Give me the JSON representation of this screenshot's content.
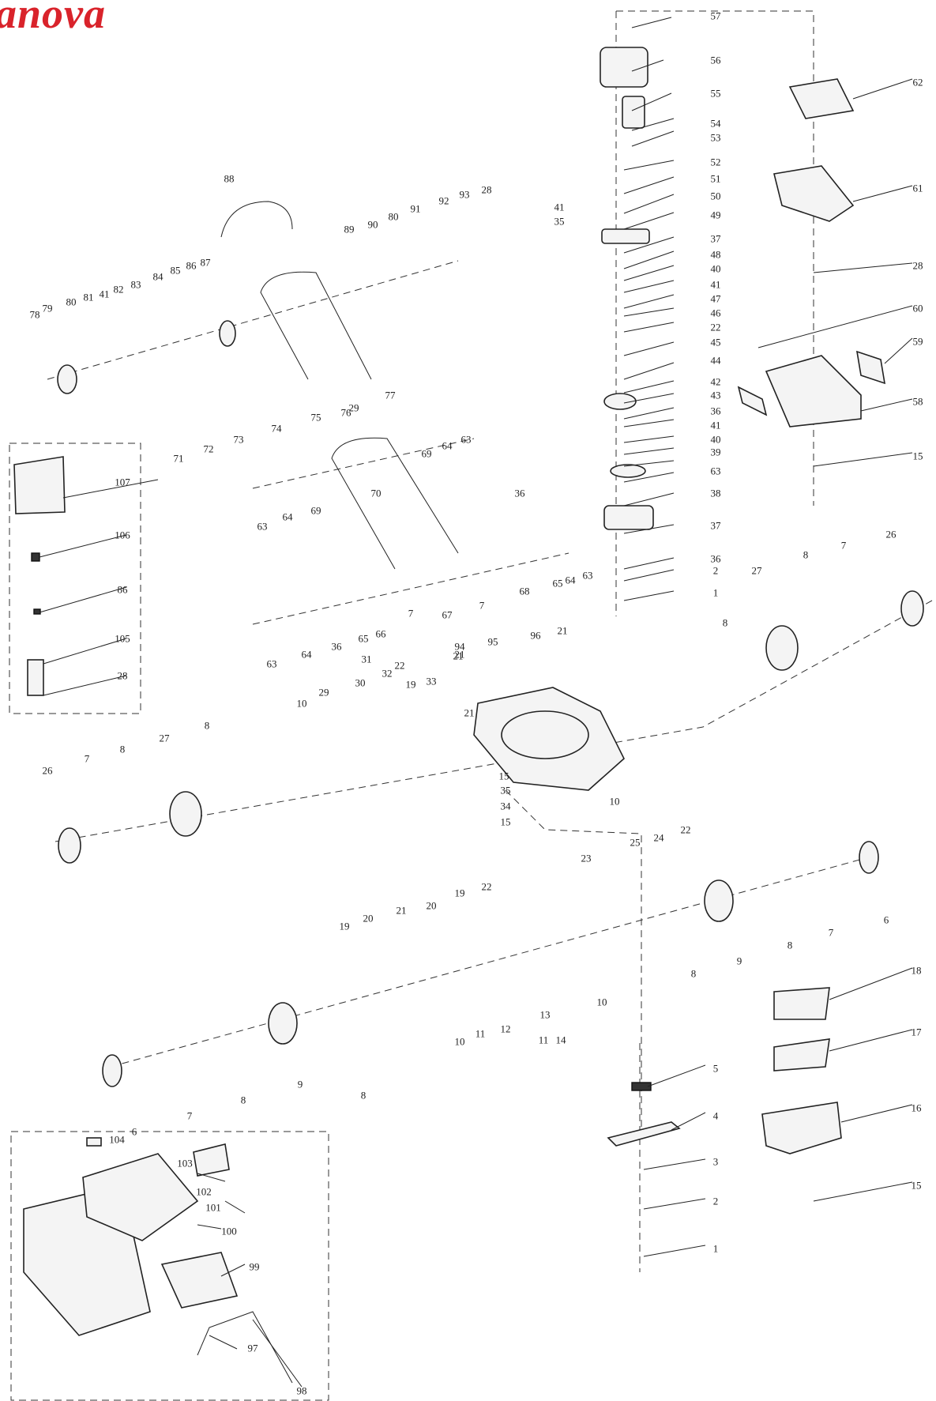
{
  "brand": {
    "text": "anova",
    "color": "#d9232b"
  },
  "labels": [
    "1",
    "2",
    "3",
    "4",
    "5",
    "6",
    "7",
    "8",
    "9",
    "10",
    "11",
    "12",
    "13",
    "14",
    "15",
    "16",
    "17",
    "18",
    "19",
    "20",
    "21",
    "22",
    "23",
    "24",
    "25",
    "26",
    "27",
    "28",
    "29",
    "30",
    "31",
    "32",
    "33",
    "34",
    "35",
    "36",
    "37",
    "38",
    "39",
    "40",
    "41",
    "42",
    "43",
    "44",
    "45",
    "46",
    "47",
    "48",
    "49",
    "50",
    "51",
    "52",
    "53",
    "54",
    "55",
    "56",
    "57",
    "58",
    "59",
    "60",
    "61",
    "62",
    "63",
    "64",
    "65",
    "66",
    "67",
    "68",
    "69",
    "70",
    "71",
    "72",
    "73",
    "74",
    "75",
    "76",
    "77",
    "78",
    "79",
    "80",
    "81",
    "82",
    "83",
    "84",
    "85",
    "86",
    "87",
    "88",
    "89",
    "90",
    "91",
    "92",
    "93",
    "94",
    "95",
    "96",
    "97",
    "98",
    "99",
    "100",
    "101",
    "102",
    "103",
    "104",
    "105",
    "106",
    "107"
  ]
}
